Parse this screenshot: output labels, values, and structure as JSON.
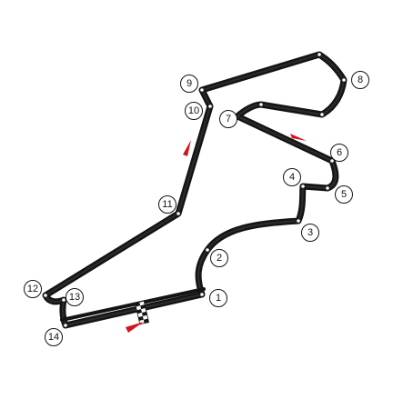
{
  "map": {
    "corners": [
      "1",
      "2",
      "3",
      "4",
      "5",
      "6",
      "7",
      "8",
      "9",
      "10",
      "11",
      "12",
      "13",
      "14"
    ],
    "colors": {
      "track": "#141414",
      "background": "#ffffff",
      "direction_arrow": "#d3121b"
    },
    "icons": [
      "chequered-flag-icon",
      "direction-arrow-icon"
    ]
  }
}
